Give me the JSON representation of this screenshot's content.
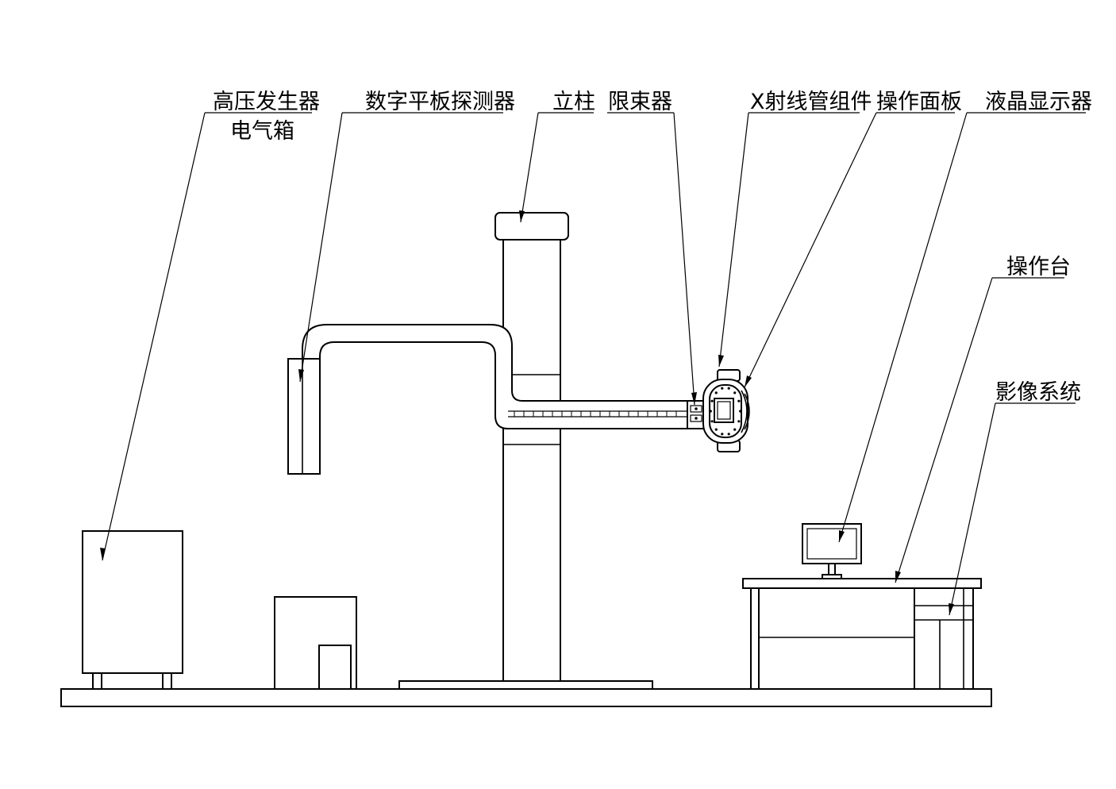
{
  "labels": {
    "hv_generator": "高压发生器",
    "electric_box": "电气箱",
    "flat_panel_detector": "数字平板探测器",
    "column": "立柱",
    "collimator": "限束器",
    "xray_tube_assembly": "X射线管组件",
    "operation_panel": "操作面板",
    "lcd_monitor": "液晶显示器",
    "console": "操作台",
    "imaging_system": "影像系统"
  },
  "colors": {
    "line": "#000000",
    "background": "#ffffff"
  }
}
